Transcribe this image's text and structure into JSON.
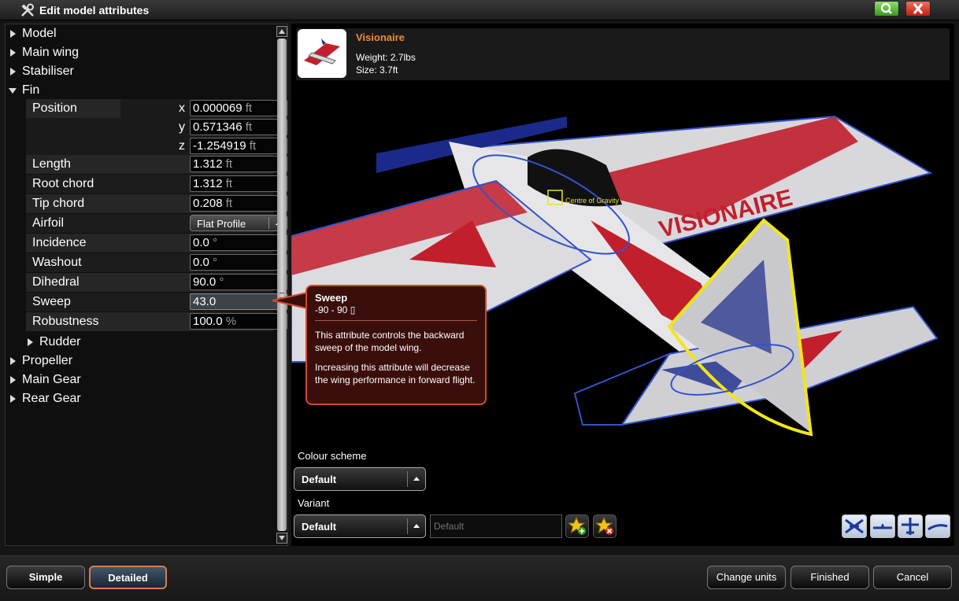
{
  "window": {
    "title": "Edit model attributes"
  },
  "tree": {
    "model": "Model",
    "main_wing": "Main wing",
    "stabiliser": "Stabiliser",
    "fin": "Fin",
    "rudder": "Rudder",
    "propeller": "Propeller",
    "main_gear": "Main Gear",
    "rear_gear": "Rear Gear"
  },
  "fin_attributes": {
    "position": {
      "label": "Position",
      "x_axis": "x",
      "x_value": "0.000069",
      "y_axis": "y",
      "y_value": "0.571346",
      "z_axis": "z",
      "z_value": "-1.254919",
      "unit": "ft"
    },
    "length": {
      "label": "Length",
      "value": "1.312",
      "unit": "ft"
    },
    "root_chord": {
      "label": "Root chord",
      "value": "1.312",
      "unit": "ft"
    },
    "tip_chord": {
      "label": "Tip chord",
      "value": "0.208",
      "unit": "ft"
    },
    "airfoil": {
      "label": "Airfoil",
      "value": "Flat Profile"
    },
    "incidence": {
      "label": "Incidence",
      "value": "0.0",
      "unit": "°"
    },
    "washout": {
      "label": "Washout",
      "value": "0.0",
      "unit": "°"
    },
    "dihedral": {
      "label": "Dihedral",
      "value": "90.0",
      "unit": "°"
    },
    "sweep": {
      "label": "Sweep",
      "value": "43.0"
    },
    "robustness": {
      "label": "Robustness",
      "value": "100.0",
      "unit": "%"
    }
  },
  "model_info": {
    "name": "Visionaire",
    "weight": "Weight: 2.7lbs",
    "size": "Size: 3.7ft"
  },
  "viewport": {
    "cog_label": "Centre of Gravity",
    "livery_text": "VISIONAIRE"
  },
  "tooltip": {
    "title": "Sweep",
    "range": "-90 - 90 ▯",
    "para1": "This attribute controls the backward sweep of the model wing.",
    "para2": "Increasing this attribute will decrease the wing performance in forward flight."
  },
  "colour_scheme": {
    "label": "Colour scheme",
    "value": "Default"
  },
  "variant": {
    "label": "Variant",
    "value": "Default",
    "name_placeholder": "Default"
  },
  "buttons": {
    "simple": "Simple",
    "detailed": "Detailed",
    "change_units": "Change units",
    "finished": "Finished",
    "cancel": "Cancel"
  },
  "colors": {
    "accent_orange": "#f08a3a",
    "tooltip_border": "#d0492d",
    "fin_highlight": "#f2e51a",
    "wire_blue": "#3552c8"
  }
}
